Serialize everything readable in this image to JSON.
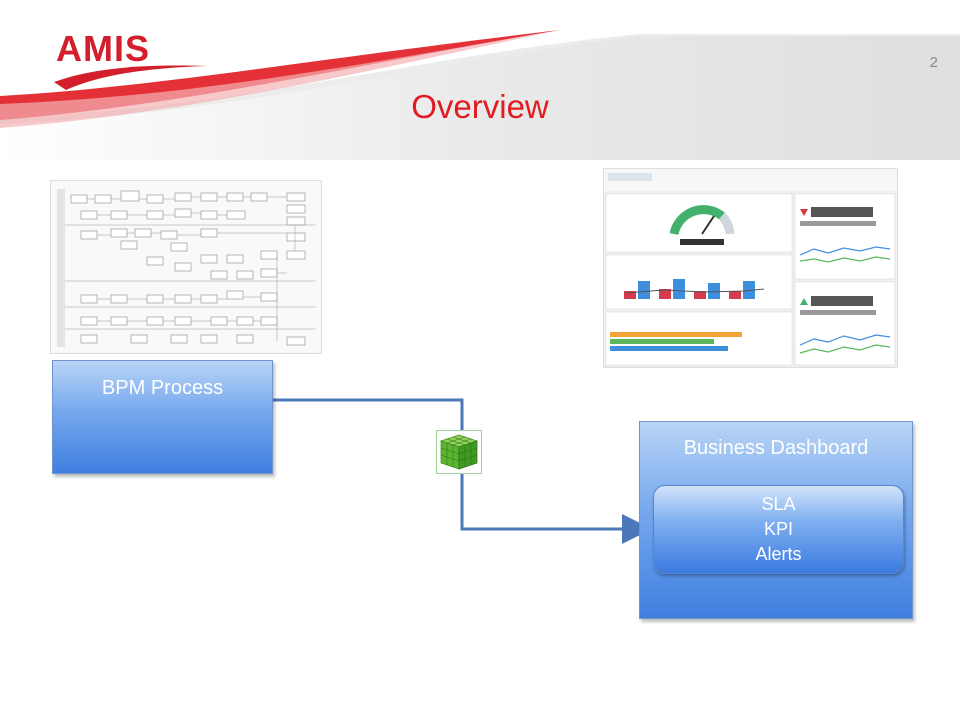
{
  "header": {
    "logo_text": "AMIS",
    "slide_number": "2",
    "title": "Overview"
  },
  "diagram": {
    "source_box": {
      "label": "BPM Process"
    },
    "target_box": {
      "label": "Business Dashboard",
      "items": [
        "SLA",
        "KPI",
        "Alerts"
      ]
    },
    "connector_icon": "green-cube-icon"
  },
  "colors": {
    "brand_red": "#d21f2b",
    "title_red": "#e11b22",
    "box_blue": "#4f8be3",
    "connector_blue": "#4a78b8",
    "cube_green": "#5cb531"
  }
}
